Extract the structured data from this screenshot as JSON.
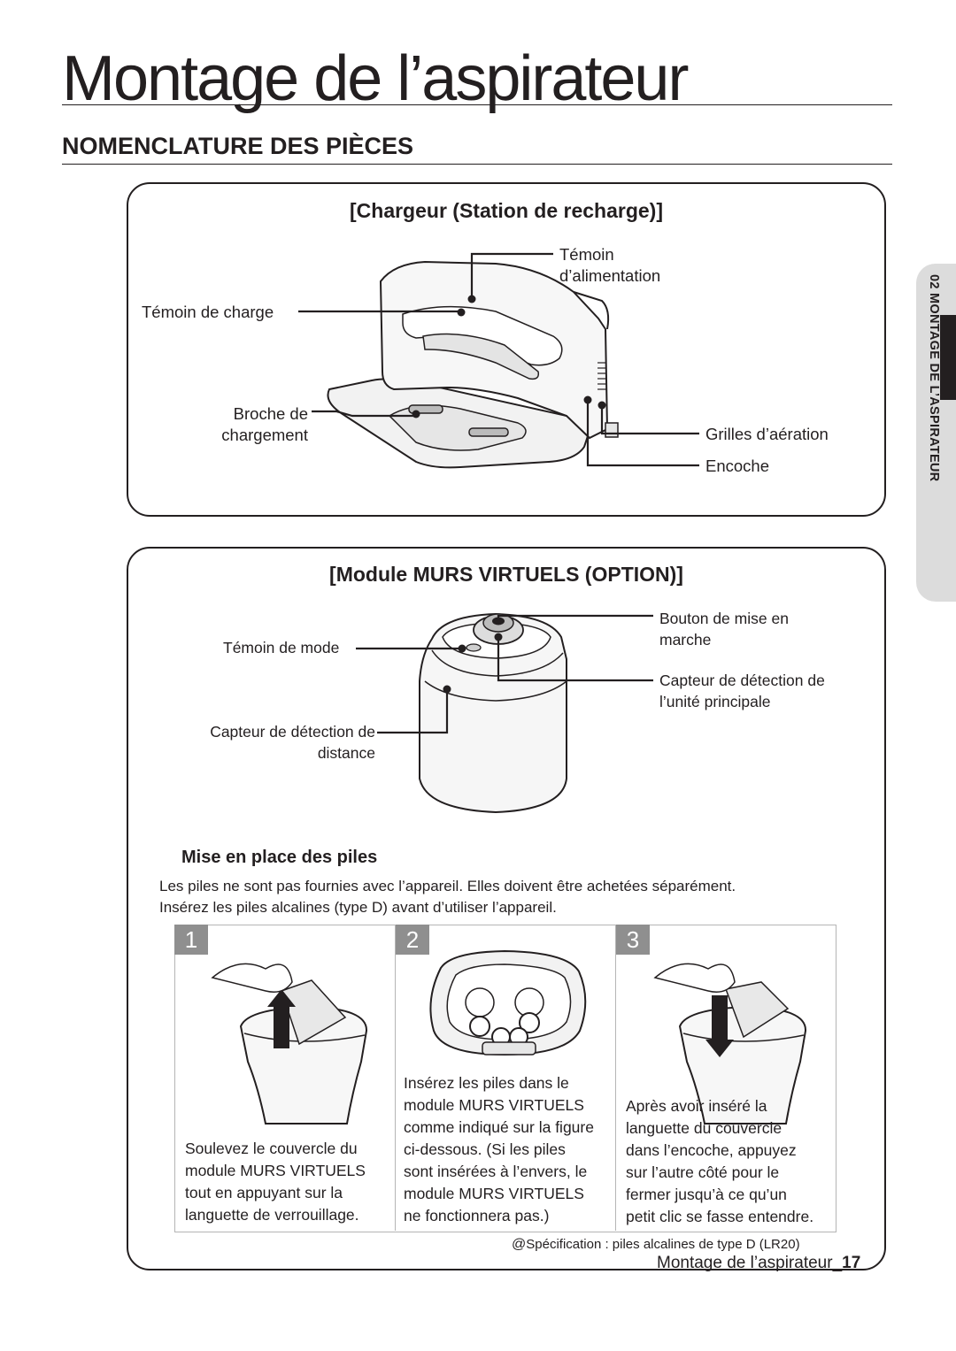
{
  "page": {
    "title": "Montage de l’aspirateur",
    "section_heading": "NOMENCLATURE DES PIÈCES",
    "side_tab": "02  MONTAGE DE L’ASPIRATEUR"
  },
  "charger": {
    "title": "[Chargeur (Station de recharge)]",
    "labels": {
      "power_led_1": "Témoin",
      "power_led_2": "d’alimentation",
      "charge_led": "Témoin de charge",
      "pins_1": "Broche de",
      "pins_2": "chargement",
      "vents": "Grilles d’aération",
      "notch": "Encoche"
    }
  },
  "virtual_wall": {
    "title": "[Module MURS VIRTUELS (OPTION)]",
    "labels": {
      "mode_led": "Témoin de mode",
      "power_button_1": "Bouton de mise en",
      "power_button_2": "marche",
      "main_sensor_1": "Capteur de détection de",
      "main_sensor_2": "l’unité principale",
      "distance_sensor_1": "Capteur de détection de",
      "distance_sensor_2": "distance"
    },
    "batteries": {
      "heading": "Mise en place des piles",
      "paragraph": [
        "Les piles ne sont pas fournies avec l’appareil. Elles doivent être achetées séparément.",
        "Insérez les piles alcalines (type D) avant d’utiliser l’appareil."
      ],
      "steps": [
        {
          "number": "1",
          "text": [
            "Soulevez le couvercle du",
            "module MURS VIRTUELS",
            "tout en appuyant sur la",
            "languette de verrouillage."
          ]
        },
        {
          "number": "2",
          "text": [
            "Insérez les piles dans le",
            "module MURS VIRTUELS",
            "comme indiqué sur la figure",
            "ci-dessous. (Si les piles",
            "sont insérées à l’envers, le",
            "module MURS VIRTUELS",
            "ne fonctionnera pas.)"
          ]
        },
        {
          "number": "3",
          "text": [
            "Après avoir inséré la",
            "languette du couvercle",
            "dans l’encoche, appuyez",
            "sur l’autre côté pour le",
            "fermer jusqu’à ce qu’un",
            "petit clic se fasse entendre."
          ]
        }
      ],
      "spec_icon": "note-icon",
      "spec": "Spécification : piles alcalines de type D (LR20)"
    }
  },
  "footer": {
    "text": "Montage de l’aspirateur_",
    "page_number": "17"
  }
}
